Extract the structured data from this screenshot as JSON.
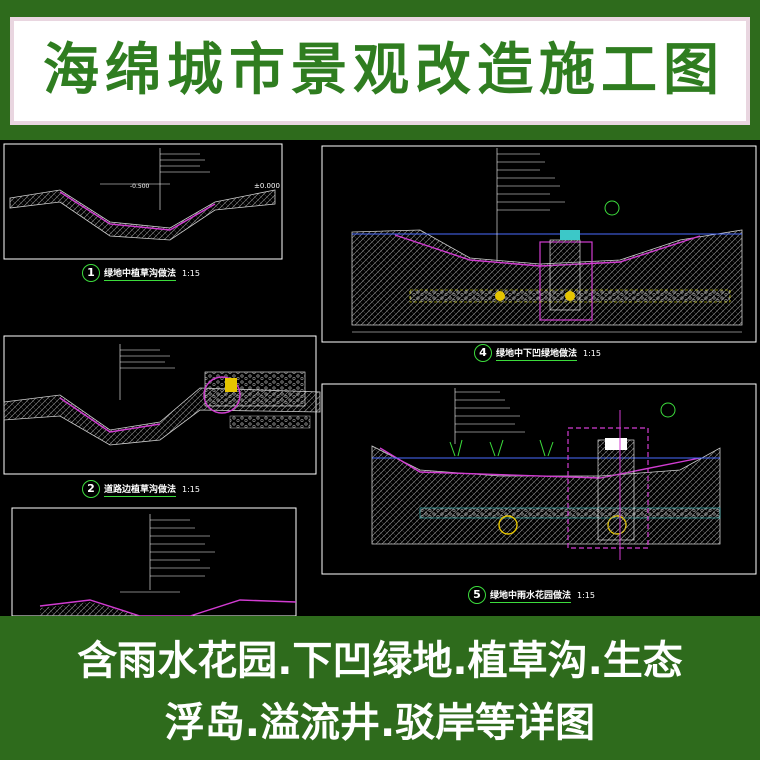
{
  "title": "海绵城市景观改造施工图",
  "subtitle_line1": "含雨水花园.下凹绿地.植草沟.生态",
  "subtitle_line2": "浮岛.溢流井.驳岸等详图",
  "details": [
    {
      "num": "1",
      "label": "绿地中植草沟做法",
      "scale": "1:15"
    },
    {
      "num": "2",
      "label": "道路边植草沟做法",
      "scale": "1:15"
    },
    {
      "num": "4",
      "label": "绿地中下凹绿地做法",
      "scale": "1:15"
    },
    {
      "num": "5",
      "label": "绿地中雨水花园做法",
      "scale": "1:15"
    }
  ],
  "colors": {
    "banner": "#2e6b1c",
    "title_text": "#2f7d20",
    "cad_bg": "#000000",
    "accent": "#3cdc3c"
  }
}
